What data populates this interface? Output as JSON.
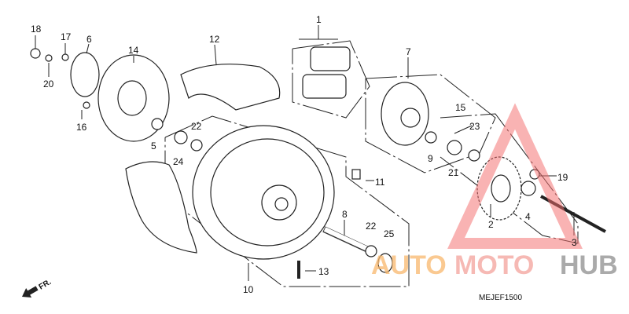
{
  "diagram_code": "MEJEF1500",
  "front_indicator": "FR.",
  "labels": [
    "18",
    "17",
    "6",
    "14",
    "12",
    "1",
    "7",
    "20",
    "16",
    "5",
    "22",
    "24",
    "15",
    "23",
    "9",
    "21",
    "19",
    "11",
    "8",
    "22",
    "25",
    "4",
    "2",
    "3",
    "13",
    "10"
  ],
  "watermark": {
    "part1": "AUTO",
    "part2": "MOTO",
    "part3": "HUB",
    "color1": "#f9b86d",
    "color2": "#f3a29b",
    "color3": "#8e8e8e",
    "triangle_color": "#f26d6d"
  }
}
